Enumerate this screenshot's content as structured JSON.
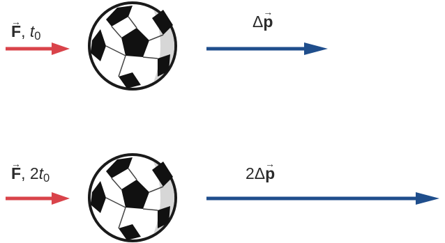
{
  "top": {
    "force_label": {
      "vec": "F",
      "rest_prefix": ", ",
      "var": "t",
      "sub": "0"
    },
    "momentum_label": {
      "coef": "",
      "delta": "Δ",
      "vec": "p"
    }
  },
  "bottom": {
    "force_label": {
      "vec": "F",
      "rest_prefix": ", 2",
      "var": "t",
      "sub": "0"
    },
    "momentum_label": {
      "coef": "2",
      "delta": "Δ",
      "vec": "p"
    }
  },
  "colors": {
    "force_arrow": "#d9434a",
    "momentum_arrow": "#1f4e8c",
    "ball_outline": "#1a1a1a",
    "ball_patch": "#111111",
    "ball_shade": "#d7d7d7"
  }
}
